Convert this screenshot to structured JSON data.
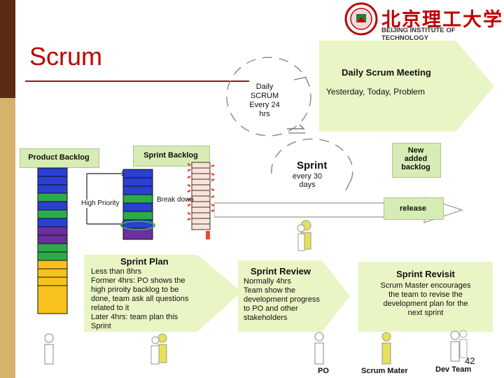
{
  "slide": {
    "title": "Scrum",
    "page_number": "42"
  },
  "logo": {
    "chinese": "北京理工大学",
    "english": "BEIJING INSTITUTE OF TECHNOLOGY"
  },
  "daily": {
    "cycle": [
      "Daily",
      "SCRUM",
      "Every 24",
      "hrs"
    ],
    "meeting_title": "Daily Scrum Meeting",
    "meeting_topics": "Yesterday, Today, Problem"
  },
  "backlog": {
    "product": "Product Backlog",
    "sprint": "Sprint Backlog",
    "high_priority": "High Priority",
    "break_down": "Break down",
    "new_added": [
      "New",
      "added",
      "backlog"
    ]
  },
  "sprint": {
    "label": "Sprint",
    "period": [
      "every 30",
      "days"
    ],
    "release": "release"
  },
  "sprint_plan": {
    "title": "Sprint Plan",
    "lines": [
      "Less than 8hrs",
      "Former 4hrs: PO shows the",
      "high priroity backlog to be",
      "done, team ask all questions",
      "related to it",
      "Later 4hrs: team plan this",
      "Sprint"
    ]
  },
  "sprint_review": {
    "title": "Sprint Review",
    "lines": [
      "Normally 4hrs",
      "Team show the",
      "development progress",
      "to  PO and other",
      "stakeholders"
    ]
  },
  "sprint_revisit": {
    "title": "Sprint Revisit",
    "lines": [
      "Scrum Master encourages",
      "the team to revise the",
      "development plan for the",
      "next sprint"
    ]
  },
  "roles": {
    "po": "PO",
    "scrum_master": "Scrum Mater",
    "dev_team": "Dev Team"
  },
  "colors": {
    "title": "#c00000",
    "callout_fill": "#e9f5c4",
    "box_fill": "#d7ecb4",
    "bar_dark": "#5a2a12",
    "bar_light": "#d6b36a",
    "block_blue": "#2a3fd4",
    "block_green": "#2cab4a",
    "block_purple": "#6b2fa0",
    "block_yellow": "#f7c21c",
    "block_red": "#e84a2a",
    "icon_yellow": "#e7e05a"
  }
}
